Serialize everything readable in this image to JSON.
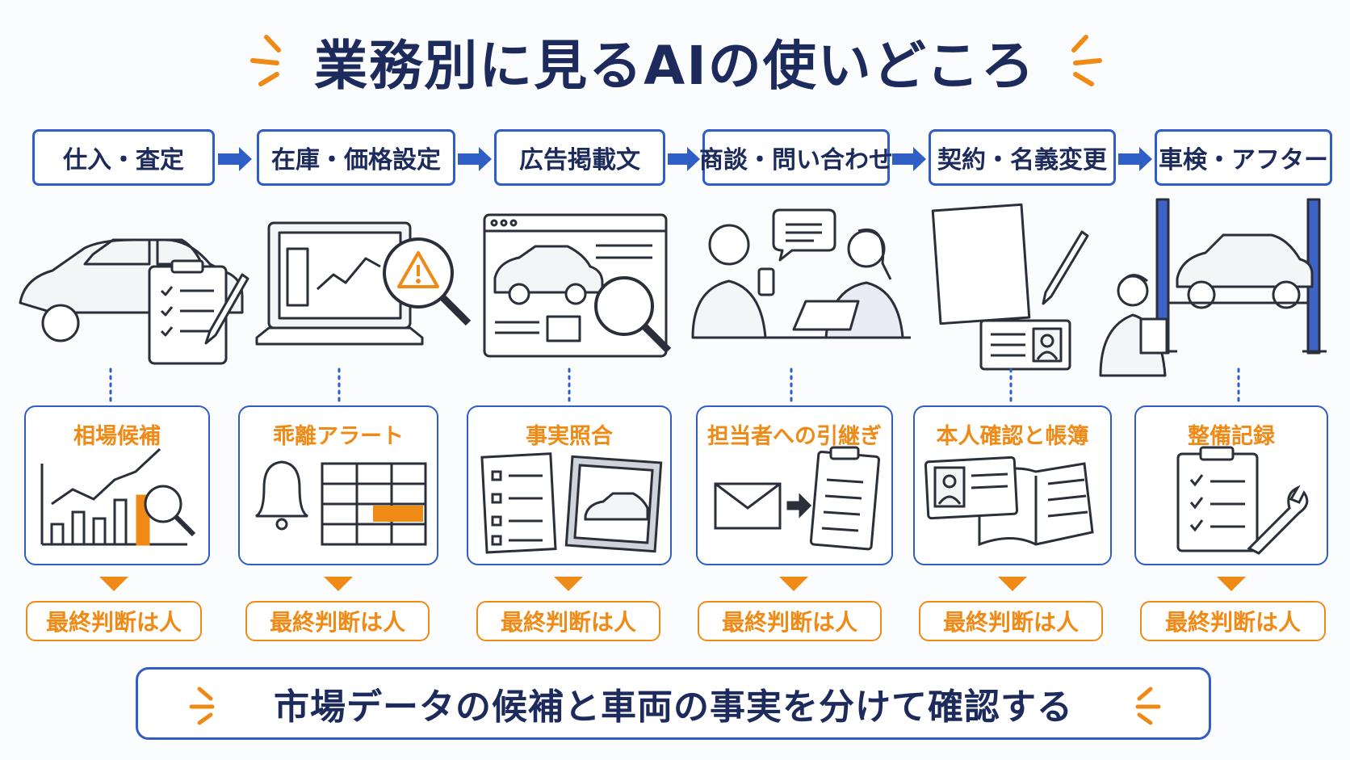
{
  "title": "業務別に見るAIの使いどころ",
  "stages": [
    {
      "label": "仕入・査定",
      "ai_use": "相場候補"
    },
    {
      "label": "在庫・価格設定",
      "ai_use": "乖離アラート"
    },
    {
      "label": "広告掲載文",
      "ai_use": "事実照合"
    },
    {
      "label": "商談・問い合わせ",
      "ai_use": "担当者への引継ぎ"
    },
    {
      "label": "契約・名義変更",
      "ai_use": "本人確認と帳簿"
    },
    {
      "label": "車検・アフター",
      "ai_use": "整備記録"
    }
  ],
  "final_judgment_label": "最終判断は人",
  "summary": "市場データの候補と車両の事実を分けて確認する",
  "colors": {
    "navy": "#1d2b5c",
    "blue": "#2f5fc4",
    "orange": "#ef8a17"
  }
}
